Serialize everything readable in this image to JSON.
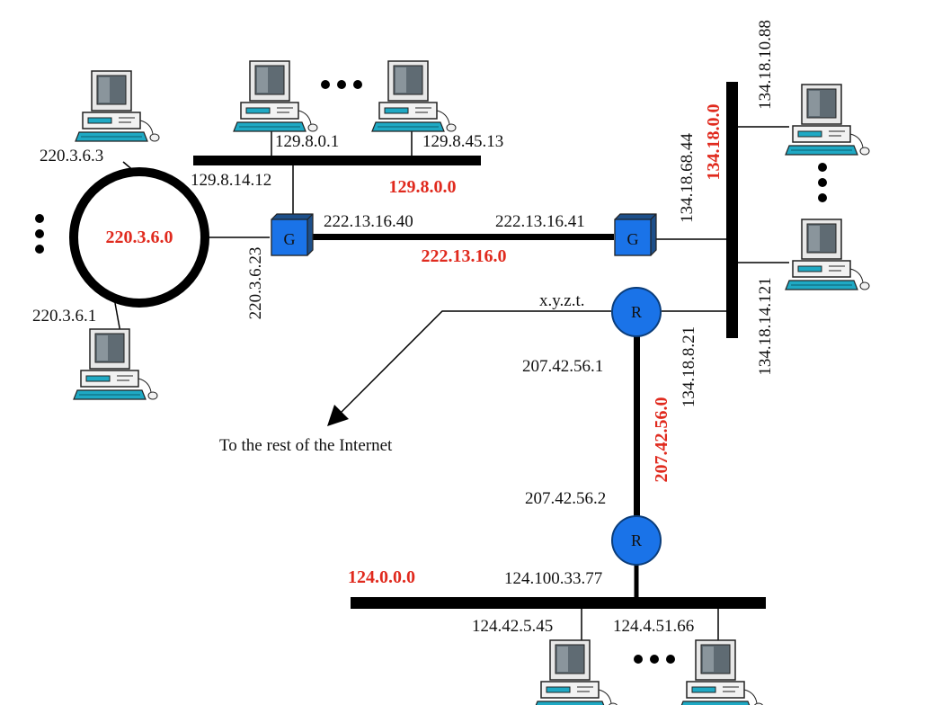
{
  "colors": {
    "network_label": "#e02a1e",
    "device_fill": "#1a73e8",
    "line": "#000000",
    "monitor_screen": "#5f6b73",
    "computer_body": "#f2f2f2",
    "accent_cyan": "#1fa9c4"
  },
  "networks": {
    "ring": "220.3.6.0",
    "top_bus": "129.8.0.0",
    "gateway_link": "222.13.16.0",
    "right_bus": "134.18.0.0",
    "router_link": "207.42.56.0",
    "bottom_bus": "124.0.0.0"
  },
  "addresses": {
    "ring_host_top": "220.3.6.3",
    "ring_host_bottom": "220.3.6.1",
    "ring_gateway": "220.3.6.23",
    "top_bus_gateway": "129.8.14.12",
    "top_host_1": "129.8.0.1",
    "top_host_2": "129.8.45.13",
    "gw_left_link": "222.13.16.40",
    "gw_right_link": "222.13.16.41",
    "gw_right_bus": "134.18.68.44",
    "right_host_top": "134.18.10.88",
    "right_host_bottom": "134.18.14.121",
    "router_bus": "134.18.8.21",
    "router_external": "x.y.z.t.",
    "router_upper_link": "207.42.56.1",
    "router_lower_link": "207.42.56.2",
    "router_lower_bus": "124.100.33.77",
    "bottom_host_1": "124.42.5.45",
    "bottom_host_2": "124.4.51.66"
  },
  "devices": {
    "gateway": "G",
    "router": "R"
  },
  "annotations": {
    "internet": "To the rest of the Internet"
  },
  "icons": {
    "computer": "computer-icon",
    "ellipsis_horizontal": "ellipsis-icon",
    "ellipsis_vertical": "vertical-ellipsis-icon",
    "gateway": "gateway-icon",
    "router": "router-icon",
    "arrow": "arrow-icon"
  }
}
